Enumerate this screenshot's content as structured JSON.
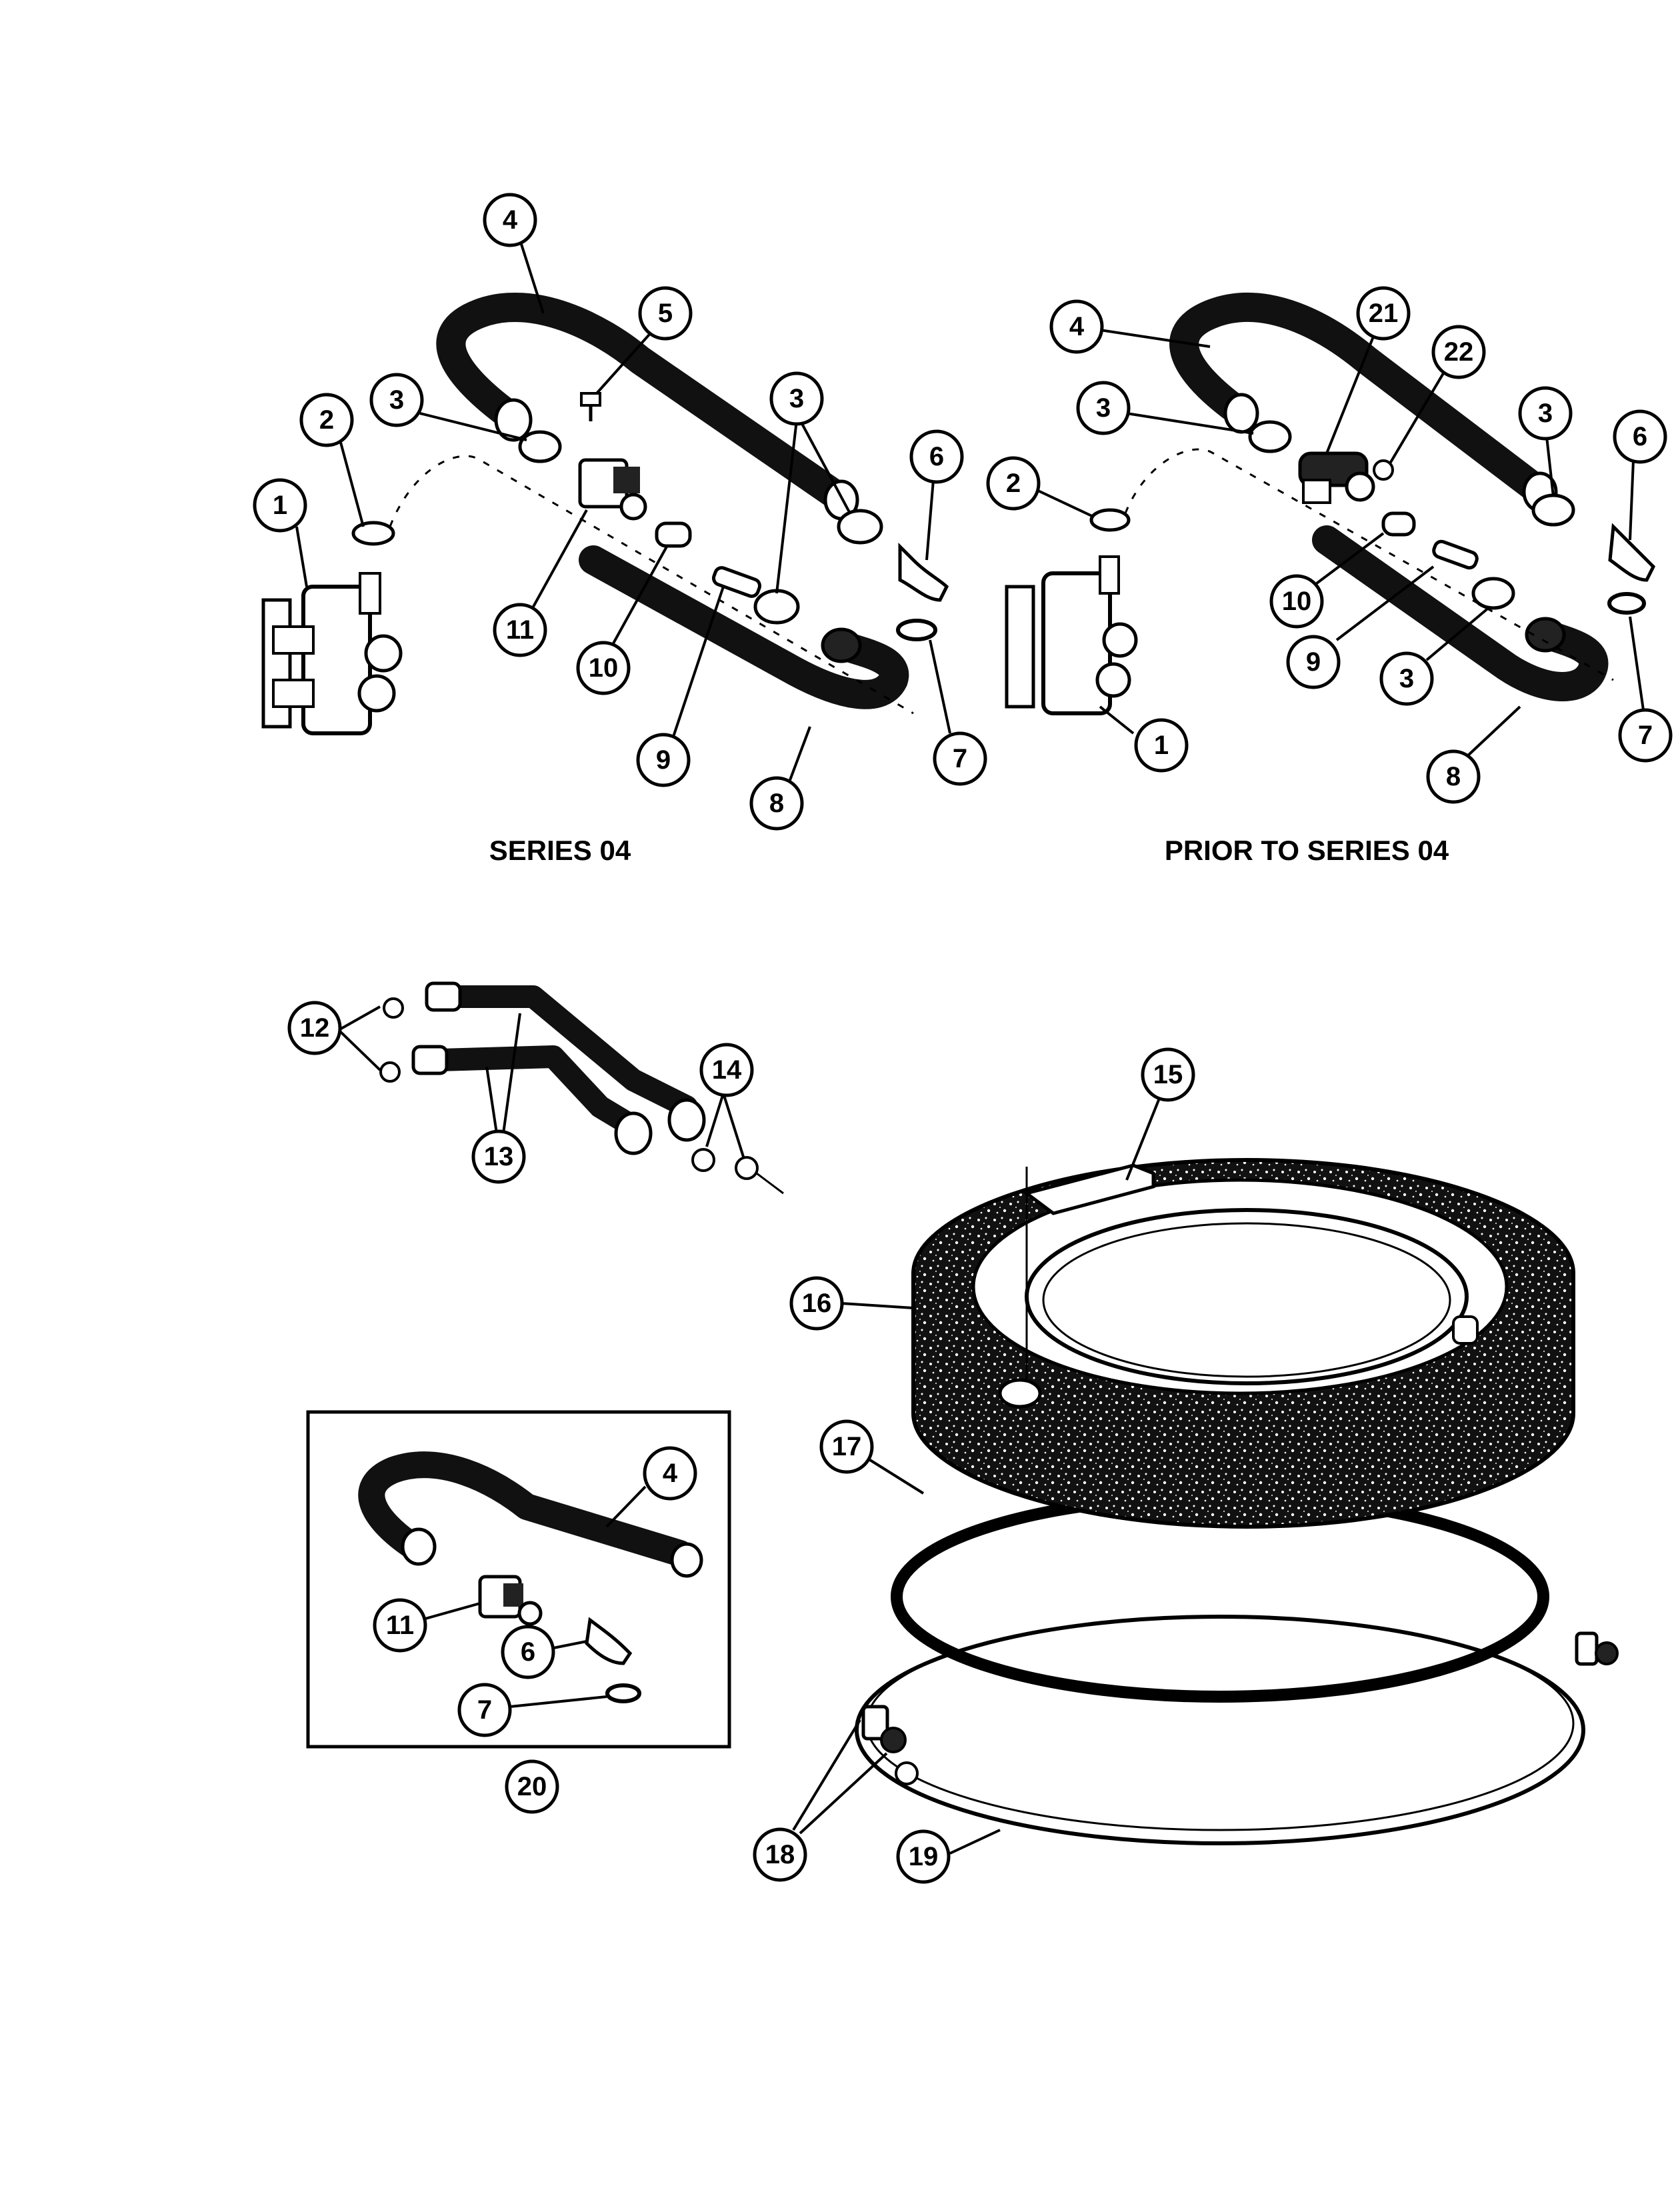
{
  "captions": {
    "left_assembly": "SERIES 04",
    "right_assembly": "PRIOR TO SERIES 04"
  },
  "callouts": {
    "series04": [
      "1",
      "2",
      "3",
      "3",
      "4",
      "5",
      "6",
      "7",
      "8",
      "9",
      "10",
      "11"
    ],
    "prior": [
      "1",
      "2",
      "3",
      "3",
      "3",
      "4",
      "6",
      "7",
      "8",
      "9",
      "10",
      "21",
      "22"
    ],
    "inlet": [
      "12",
      "13",
      "14"
    ],
    "tub": [
      "15",
      "16",
      "17",
      "18",
      "19"
    ],
    "kit": [
      "4",
      "11",
      "6",
      "7",
      "20"
    ]
  },
  "colors": {
    "ink": "#000000",
    "paper": "#ffffff"
  }
}
